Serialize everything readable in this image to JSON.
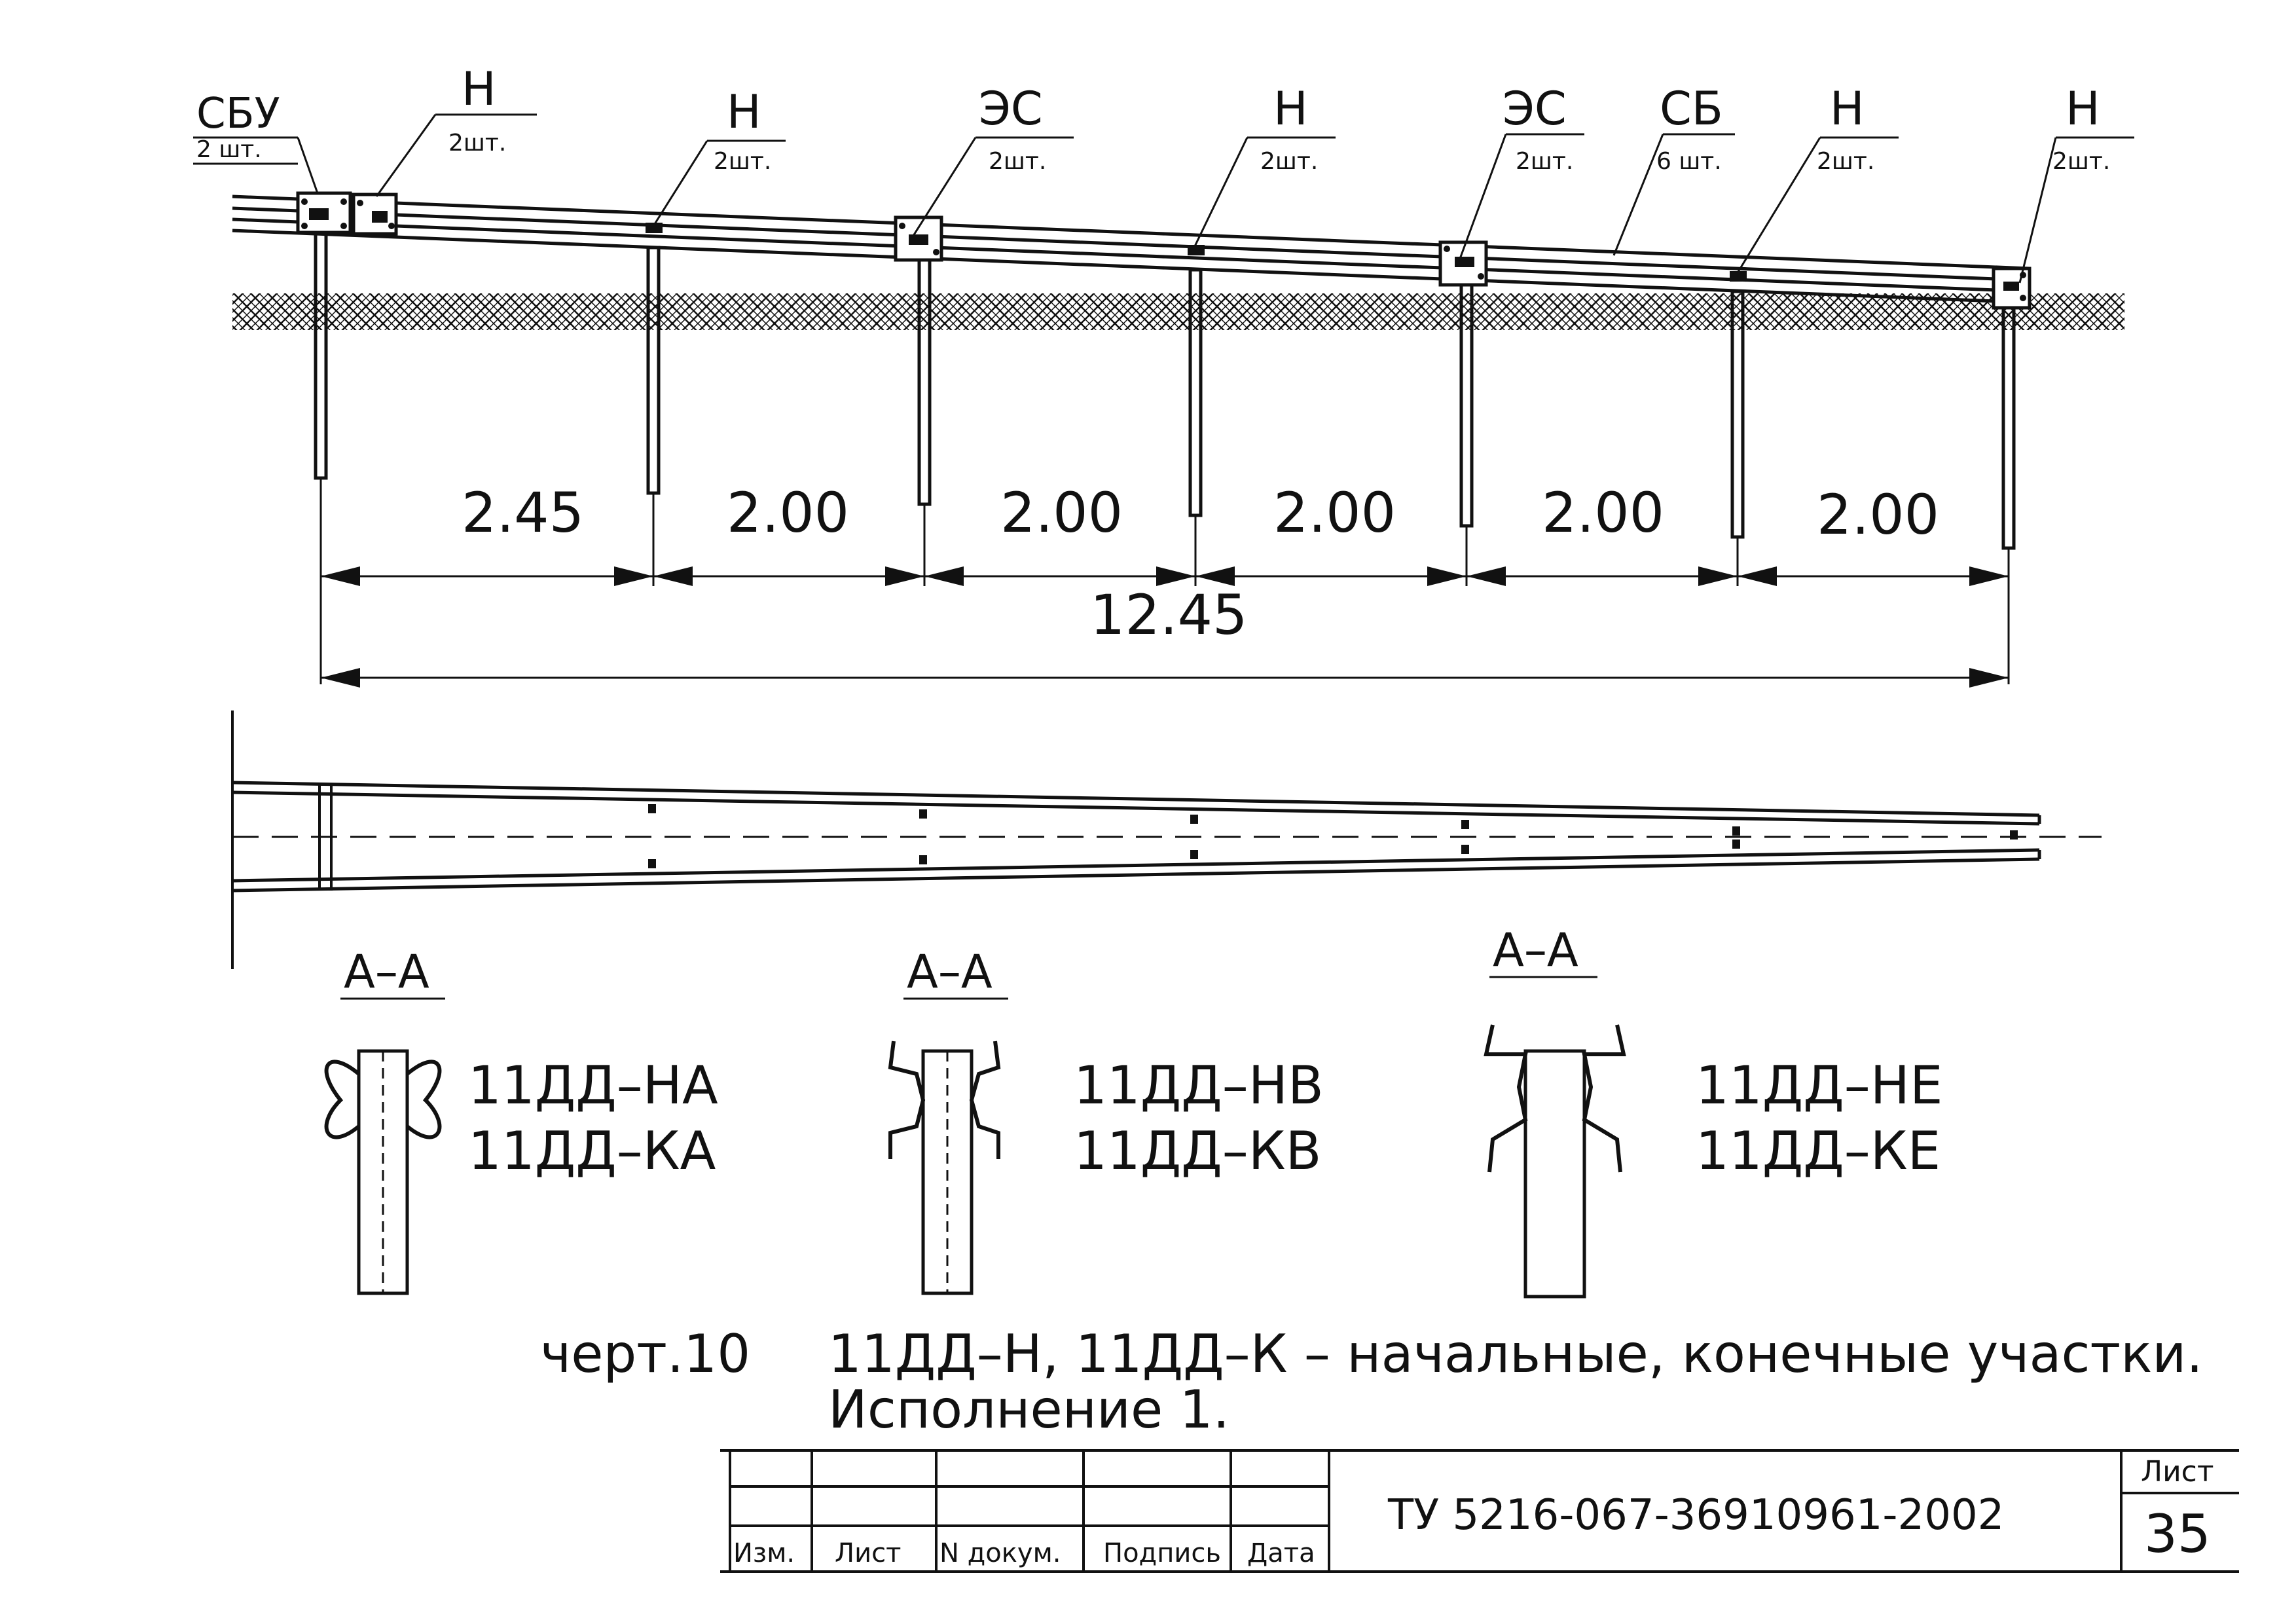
{
  "callouts": [
    {
      "label": "СБУ",
      "qty": "2 шт."
    },
    {
      "label": "Н",
      "qty": "2шт."
    },
    {
      "label": "Н",
      "qty": "2шт."
    },
    {
      "label": "ЭС",
      "qty": "2шт."
    },
    {
      "label": "Н",
      "qty": "2шт."
    },
    {
      "label": "ЭС",
      "qty": "2шт."
    },
    {
      "label": "СБ",
      "qty": "6 шт."
    },
    {
      "label": "Н",
      "qty": "2шт."
    },
    {
      "label": "Н",
      "qty": "2шт."
    }
  ],
  "spans": [
    "2.45",
    "2.00",
    "2.00",
    "2.00",
    "2.00",
    "2.00"
  ],
  "total_length": "12.45",
  "sections": [
    {
      "title": "А–А",
      "codes": [
        "11ДД–НА",
        "11ДД–КА"
      ]
    },
    {
      "title": "А–А",
      "codes": [
        "11ДД–НВ",
        "11ДД–КВ"
      ]
    },
    {
      "title": "А–А",
      "codes": [
        "11ДД–НЕ",
        "11ДД–КЕ"
      ]
    }
  ],
  "caption": {
    "number": "черт.10",
    "line1": "11ДД–Н, 11ДД–К – начальные, конечные участки.",
    "line2": "Исполнение 1."
  },
  "stamp": {
    "columns": [
      "Изм.",
      "Лист",
      "N докум.",
      "Подпись",
      "Дата"
    ],
    "doc_code": "ТУ 5216-067-36910961-2002",
    "sheet_label": "Лист",
    "sheet_number": "35"
  }
}
